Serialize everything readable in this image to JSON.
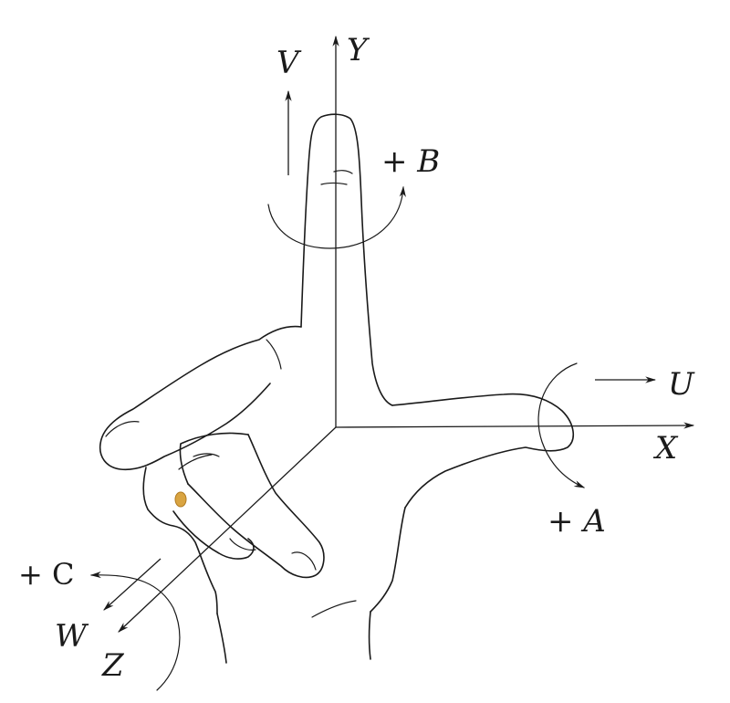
{
  "labels": {
    "y_axis": "Y",
    "v_dir": "V",
    "b_rot": "+ B",
    "u_dir": "U",
    "x_axis": "X",
    "a_rot": "+ A",
    "c_rot": "+ C",
    "w_dir": "W",
    "z_axis": "Z"
  },
  "colors": {
    "ink": "#1a1a1a",
    "ring_mark": "#d9a441"
  }
}
